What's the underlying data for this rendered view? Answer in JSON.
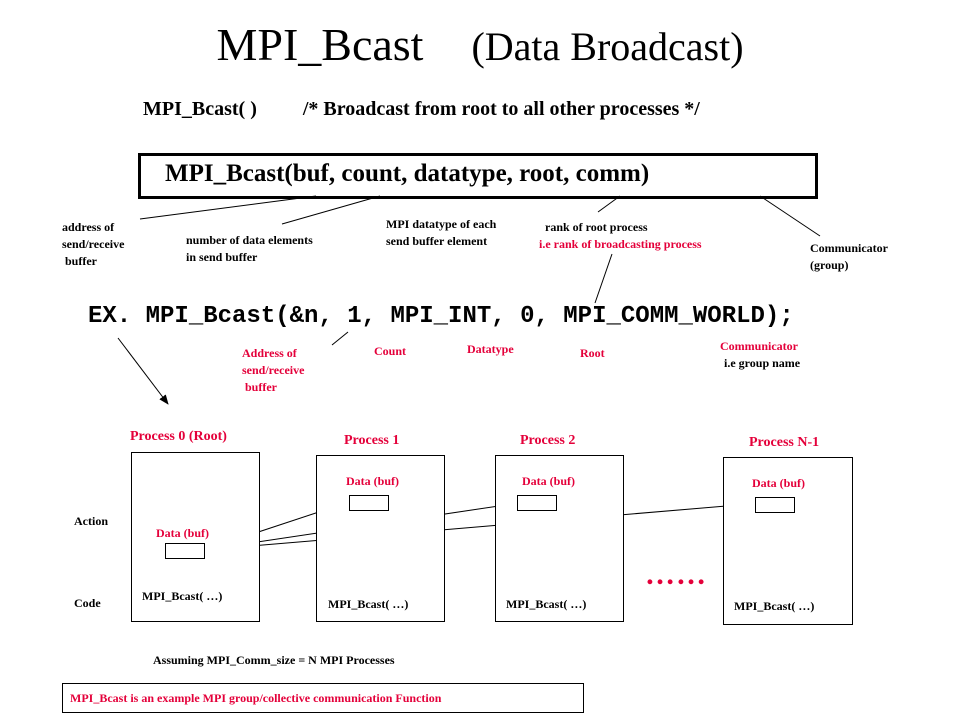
{
  "title": {
    "main": "MPI_Bcast",
    "paren": "(Data Broadcast)"
  },
  "subtitle": {
    "func": "MPI_Bcast( )",
    "comment": "/* Broadcast from root to all other processes */"
  },
  "signature": "MPI_Bcast(buf,  count,  datatype,   root,  comm)",
  "params": {
    "buf": [
      "address of",
      "send/receive",
      " buffer"
    ],
    "count": [
      "number of data elements",
      "in send buffer"
    ],
    "datatype": [
      "MPI datatype of each",
      "send buffer element"
    ],
    "root": [
      "rank of root process",
      "i.e rank of broadcasting process"
    ],
    "comm": [
      "Communicator",
      "(group)"
    ]
  },
  "example": "EX.  MPI_Bcast(&n, 1, MPI_INT, 0, MPI_COMM_WORLD);",
  "example_labels": {
    "address": [
      "Address of",
      "send/receive",
      " buffer"
    ],
    "count": "Count",
    "datatype": "Datatype",
    "root": "Root",
    "comm": [
      "Communicator",
      "i.e group name"
    ]
  },
  "row_labels": {
    "action": "Action",
    "code": "Code"
  },
  "processes": [
    {
      "title": "Process 0 (Root)",
      "buf_label": "Data (buf)",
      "code": "MPI_Bcast( …)"
    },
    {
      "title": "Process 1",
      "buf_label": "Data (buf)",
      "code": "MPI_Bcast( …)"
    },
    {
      "title": "Process 2",
      "buf_label": "Data (buf)",
      "code": "MPI_Bcast( …)"
    },
    {
      "title": "Process N-1",
      "buf_label": "Data (buf)",
      "code": "MPI_Bcast( …)"
    }
  ],
  "ellipsis": "……",
  "assumption": "Assuming MPI_Comm_size = N  MPI Processes",
  "note": "MPI_Bcast is an example MPI group/collective  communication Function",
  "colors": {
    "accent": "#e4003a",
    "line": "#000000"
  }
}
